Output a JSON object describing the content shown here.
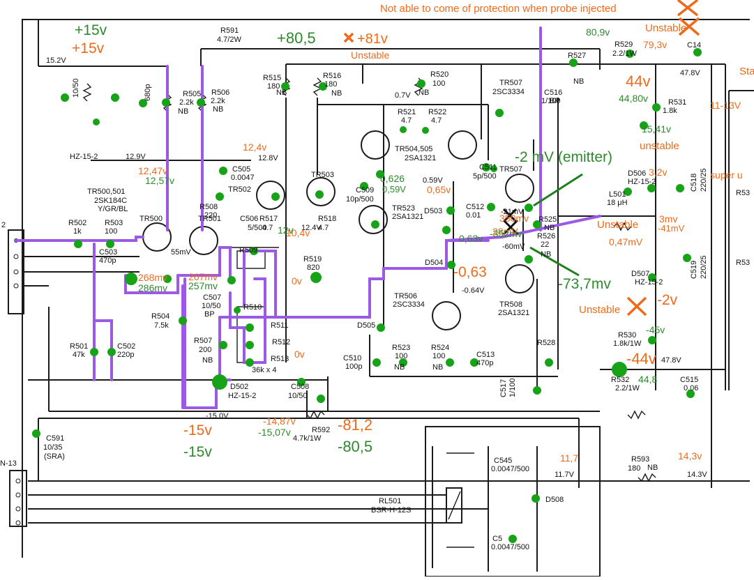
{
  "banner": "Not able to come of protection when probe injected",
  "components": {
    "R591": "R591",
    "R591_v": "4.7/2W",
    "R515": "R515",
    "R515_v": "180",
    "R516": "R516",
    "R516_v": "180",
    "R520": "R520",
    "R520_v": "100",
    "R505": "R505",
    "R505_v": "2.2k",
    "R506": "R506",
    "R506_v": "2.2k",
    "R521": "R521",
    "R521_v": "4.7",
    "R522": "R522",
    "R522_v": "4.7",
    "TR507": "TR507",
    "TR507_t": "2SC3334",
    "C516": "C516",
    "C516_v": "1/100",
    "R529": "R529",
    "R529_v": "2.2/1W",
    "R527": "R527",
    "R531": "R531",
    "R531_v": "1.8k",
    "C514": "C14",
    "C505": "C505",
    "C505_v": "0.0047",
    "TR502": "TR502",
    "TR503": "TR503",
    "TR504505": "TR504,505",
    "TR504505_t": "2SA1321",
    "C509": "C509",
    "C509_v": "10p/500",
    "C511": "C511",
    "C511_v": "5p/500",
    "TR507b": "TR507",
    "D506": "D506",
    "D506_t": "HZ-15-2",
    "C518": "C518",
    "C518_v": "220/25",
    "L501": "L501",
    "L501_v": "18 μH",
    "TR500501": "TR500,501",
    "TR500501_t": "2SK184C",
    "TR500501_g": "Y/GR/BL",
    "R508": "R508",
    "R508_v": "220",
    "R517": "R517",
    "R517_v": "4.7",
    "R518": "R518",
    "R518_v": "4.7",
    "TR523": "TR523",
    "TR523_t": "2SA1321",
    "D503": "D503",
    "C512": "C512",
    "C512_v": "0.01",
    "R525": "R525",
    "R526": "R526",
    "R526_v": "22",
    "R502": "R502",
    "R502_v": "1k",
    "R503": "R503",
    "R503_v": "100",
    "C503": "C503",
    "C503_v": "470p",
    "TR500": "TR500",
    "TR501": "TR501",
    "C506": "C506",
    "C506_v": "5/500",
    "R509": "R509",
    "R519": "R519",
    "R519_v": "820",
    "D504": "D504",
    "TR508": "TR508",
    "TR508_t": "2SA1321",
    "C507": "C507",
    "C507_v": "10/50",
    "R510": "R510",
    "R511": "R511",
    "R512": "R512",
    "R513": "R513",
    "R5xx_v": "36k x 4",
    "R504": "R504",
    "R504_v": "7.5k",
    "TR506": "TR506",
    "TR506_t": "2SC3334",
    "D505": "D505",
    "R501": "R501",
    "R501_v": "47k",
    "C502": "C502",
    "C502_v": "220p",
    "R507": "R507",
    "R507_v": "200",
    "C510": "C510",
    "C510_v": "100p",
    "R523": "R523",
    "R523_v": "100",
    "R524": "R524",
    "R524_v": "100",
    "C513": "C513",
    "C513_v": "470p",
    "R528": "R528",
    "C517": "C517",
    "C517_v": "1/100",
    "R530": "R530",
    "R530_v": "1.8k/1W",
    "R532": "R532",
    "R532_v": "2.2/1W",
    "C515": "C515",
    "C515_v": "0.06",
    "D502": "D502",
    "D502_t": "HZ-15-2",
    "C508": "C508",
    "C508_v": "10/50",
    "D507": "D507",
    "D507_t": "HZ-15-2",
    "C519": "C519",
    "C519_v": "220/25",
    "C591": "C591",
    "C591_v": "10/35",
    "C591_t": "(SRA)",
    "R592": "R592",
    "R592_v": "4.7k/1W",
    "C545": "C545",
    "C545_v": "0.0047/500",
    "C546": "C5",
    "C546_v": "0.0047/500",
    "D508": "D508",
    "RL501": "RL501",
    "RL501_t": "BSR-H-12S",
    "R593": "R593",
    "R593_v": "180",
    "C5xx_v": "680p",
    "C501_v": "10/50",
    "HZ": "HZ-15-2",
    "NB": "NB",
    "BP": "BP",
    "R53x": "R53"
  },
  "printed_voltages": {
    "v15_2": "15.2V",
    "v12_9": "12.9V",
    "v12_8": "12.8V",
    "v12_4": "12.4V",
    "v0_7": "0.7V",
    "v0_59": "0.59V",
    "v0_64": "-0.64V",
    "v47_8": "47.8V",
    "v47_8b": "47.8V",
    "v15_0": "-15.0V",
    "v11_7": "11.7V",
    "v14_3": "14.3V",
    "v55mv": "55mV",
    "v21mv": "-21mV",
    "v60mv": "-60mV"
  },
  "annotations": {
    "plus15_g": "+15v",
    "plus15_o": "+15v",
    "plus80_5": "+80,5",
    "plus81": "+81v",
    "unstable1": "Unstable",
    "v80_9": "80,9v",
    "v79_3": "79,3v",
    "unstable_top": "Unstable",
    "v44": "44v",
    "v44_80": "44,80v",
    "v15_41": "15,41v",
    "unstable2": "unstable",
    "v11_13": "11-13V",
    "sta": "Sta",
    "v12_4o": "12,4v",
    "v12_47": "12,47v",
    "v12_57": "12,57v",
    "v0_626": "0,626",
    "v0_59g": "0,59V",
    "v0_65": "0,65v",
    "emitter": "-2 mV (emitter)",
    "v3_2": "3,2v",
    "super": "super u",
    "v10_4": "10,4v",
    "v12g": "12v",
    "v0v1": "0v",
    "v0_63g": "0,63v",
    "v0_63o": "-0,63",
    "v350mv": "350mv",
    "v28mv": "28mV",
    "v352mv": "-352mv",
    "v73_7": "-73,7mv",
    "unstable3": "Unstable",
    "v3mv": "3mv",
    "v41mv": "-41mV",
    "v0_47mv": "0,47mV",
    "v268mv": "268mv",
    "v286mv": "286mv",
    "v267mv": "267mv",
    "v257mv": "257mv",
    "unstable4": "Unstable",
    "minus2": "-2v",
    "minus45": "-45v",
    "minus44": "-44v",
    "v44_8": "44,8",
    "v0v2": "0v",
    "minus15o": "-15v",
    "minus15g": "-15v",
    "v14_87": "-14,87v",
    "v15_07": "-15,07v",
    "minus81_2": "-81,2",
    "minus80_5": "-80,5",
    "v11_7o": "11,7",
    "v14_3o": "14,3v"
  },
  "connectors": {
    "j2": "2",
    "j13": "N-13"
  },
  "colors": {
    "orange": "#ee6a1a",
    "green": "#2c8a2c",
    "dot": "#17a317",
    "purple": "#9b59e6",
    "ink": "#1a1a1a"
  }
}
